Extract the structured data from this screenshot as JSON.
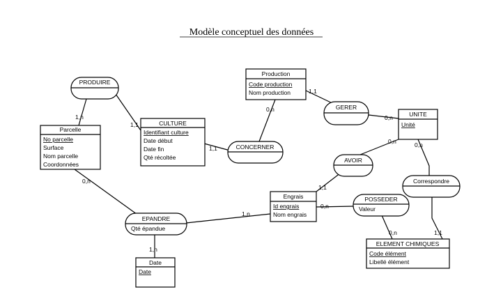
{
  "title": "Modèle conceptuel des données",
  "entities": {
    "parcelle": {
      "name": "Parcelle",
      "id": "No parcelle",
      "attrs": [
        "Surface",
        "Nom parcelle",
        "Coordonnées"
      ]
    },
    "culture": {
      "name": "CULTURE",
      "id": "Identifiant culture",
      "attrs": [
        "Date début",
        "Date fin",
        "Qté récoltée"
      ]
    },
    "production": {
      "name": "Production",
      "id": "Code production",
      "attrs": [
        "Nom production"
      ]
    },
    "unite": {
      "name": "UNITE",
      "id": "Unité",
      "attrs": []
    },
    "engrais": {
      "name": "Engrais",
      "id": "Id engrais",
      "attrs": [
        "Nom engrais"
      ]
    },
    "element": {
      "name": "ELEMENT CHIMIQUES",
      "id": "Code élément",
      "attrs": [
        "Libellé élément"
      ]
    },
    "date": {
      "name": "Date",
      "id": "Date",
      "attrs": []
    }
  },
  "associations": {
    "produire": {
      "name": "PRODUIRE",
      "attrs": []
    },
    "concerner": {
      "name": "CONCERNER",
      "attrs": []
    },
    "gerer": {
      "name": "GERER",
      "attrs": []
    },
    "avoir": {
      "name": "AVOIR",
      "attrs": []
    },
    "posseder": {
      "name": "POSSEDER",
      "attrs": [
        "Valeur"
      ]
    },
    "correspondre": {
      "name": "Correspondre",
      "attrs": []
    },
    "epandre": {
      "name": "EPANDRE",
      "attrs": [
        "Qté épandue"
      ]
    }
  },
  "cardinalities": {
    "produire_parcelle": "1,n",
    "produire_culture": "1,1",
    "concerner_culture": "1,1",
    "concerner_production": "0,n",
    "gerer_production": "1,1",
    "gerer_unite": "0,n",
    "avoir_unite": "0,n",
    "avoir_engrais": "1,1",
    "correspondre_unite": "0,n",
    "correspondre_element": "1,1",
    "posseder_engrais": "0,n",
    "posseder_element": "0,n",
    "epandre_parcelle": "0,n",
    "epandre_engrais": "1,n",
    "epandre_date": "1,n"
  }
}
